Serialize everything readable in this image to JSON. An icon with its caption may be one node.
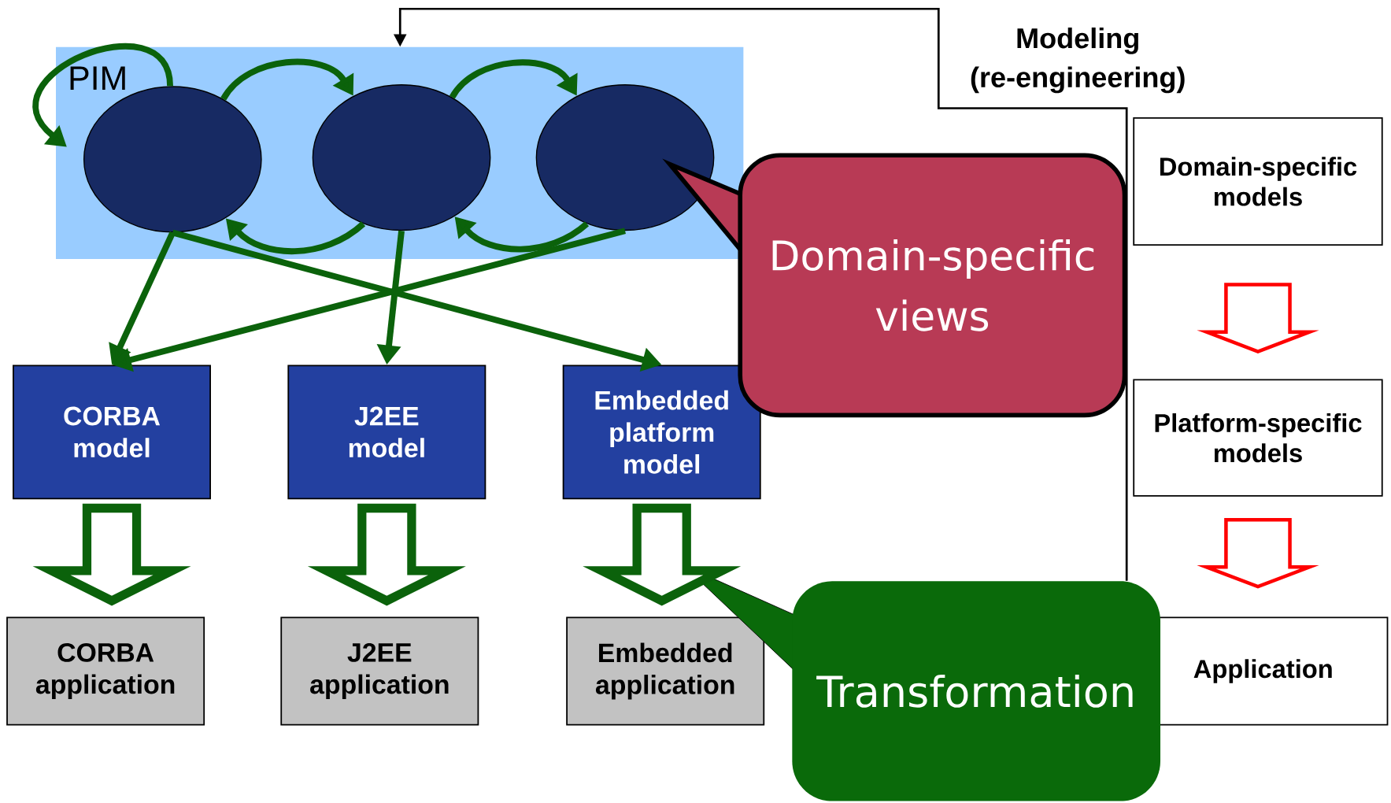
{
  "diagram": {
    "nodes": [
      {
        "text": [
          "PIM"
        ]
      },
      {
        "text": [],
        "shape": "circle",
        "in": 0
      },
      {
        "text": [],
        "shape": "circle",
        "in": 0
      },
      {
        "text": [],
        "shape": "circle",
        "in": 0
      },
      {
        "text": [
          "CORBA model"
        ]
      },
      {
        "text": [
          "J2EE model"
        ]
      },
      {
        "text": [
          "Embedded platform model"
        ]
      },
      {
        "text": [
          "CORBA application"
        ]
      },
      {
        "text": [
          "J2EE application"
        ]
      },
      {
        "text": [
          "Embedded application"
        ]
      },
      {
        "text": [
          "Domain-specific views"
        ]
      },
      {
        "text": [
          "Transformation"
        ]
      },
      {
        "text": [
          "Domain-specific models"
        ]
      },
      {
        "text": [
          "Platform-specific models"
        ]
      },
      {
        "text": [
          "Application"
        ]
      }
    ],
    "edges": [
      {
        "from": 1,
        "to": 1,
        "arrow": "to"
      },
      {
        "from": 1,
        "to": 2,
        "arrow": "to"
      },
      {
        "from": 2,
        "to": 1,
        "arrow": "to"
      },
      {
        "from": 2,
        "to": 3,
        "arrow": "to"
      },
      {
        "from": 3,
        "to": 2,
        "arrow": "to"
      },
      {
        "from": 1,
        "to": 4,
        "arrow": "to"
      },
      {
        "from": 1,
        "to": 6,
        "arrow": "to"
      },
      {
        "from": 2,
        "to": 5,
        "arrow": "to"
      },
      {
        "from": 3,
        "to": 4,
        "arrow": "to"
      },
      {
        "from": 4,
        "to": 7,
        "arrow": "to",
        "style": "thick"
      },
      {
        "from": 5,
        "to": 8,
        "arrow": "to",
        "style": "thick"
      },
      {
        "from": 6,
        "to": 9,
        "arrow": "to",
        "style": "thick"
      },
      {
        "from": 11,
        "to": 0,
        "arrow": "to",
        "label": "Modeling (re-engineering)",
        "color": "#000000"
      },
      {
        "from": 12,
        "to": 13,
        "arrow": "to",
        "style": "thick",
        "color": "#ff0000"
      },
      {
        "from": 13,
        "to": 14,
        "arrow": "to",
        "style": "thick",
        "color": "#ff0000"
      }
    ]
  }
}
